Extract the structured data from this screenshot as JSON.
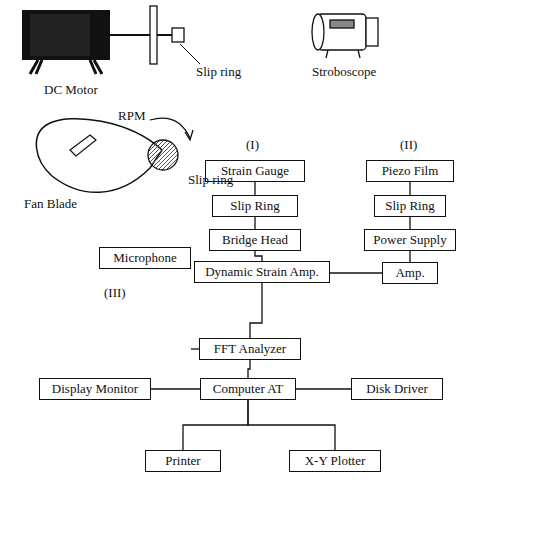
{
  "diagram": {
    "nodes": [
      {
        "text": [
          "Strain Gauge"
        ]
      },
      {
        "text": [
          "Slip Ring"
        ]
      },
      {
        "text": [
          "Bridge Head"
        ]
      },
      {
        "text": [
          "Dynamic Strain Amp."
        ]
      },
      {
        "text": [
          "Piezo Film"
        ]
      },
      {
        "text": [
          "Slip Ring"
        ]
      },
      {
        "text": [
          "Power Supply"
        ]
      },
      {
        "text": [
          "Amp."
        ]
      },
      {
        "text": [
          "Microphone"
        ]
      },
      {
        "text": [
          "FFT Analyzer"
        ]
      },
      {
        "text": [
          "Display Monitor"
        ]
      },
      {
        "text": [
          "Computer AT"
        ]
      },
      {
        "text": [
          "Disk Driver"
        ]
      },
      {
        "text": [
          "Printer"
        ]
      },
      {
        "text": [
          "X-Y Plotter"
        ]
      }
    ],
    "edges": [
      {
        "from": 0,
        "to": 1,
        "arrow": "none"
      },
      {
        "from": 1,
        "to": 2,
        "arrow": "none"
      },
      {
        "from": 2,
        "to": 3,
        "arrow": "none"
      },
      {
        "from": 4,
        "to": 5,
        "arrow": "none"
      },
      {
        "from": 5,
        "to": 6,
        "arrow": "none"
      },
      {
        "from": 6,
        "to": 7,
        "arrow": "none"
      },
      {
        "from": 8,
        "to": 9,
        "arrow": "none"
      },
      {
        "from": 3,
        "to": 9,
        "arrow": "none"
      },
      {
        "from": 7,
        "to": 9,
        "arrow": "none"
      },
      {
        "from": 9,
        "to": 11,
        "arrow": "none"
      },
      {
        "from": 10,
        "to": 11,
        "arrow": "none"
      },
      {
        "from": 11,
        "to": 12,
        "arrow": "none"
      },
      {
        "from": 11,
        "to": 13,
        "arrow": "none"
      },
      {
        "from": 11,
        "to": 14,
        "arrow": "none"
      }
    ],
    "labels": [
      "DC Motor",
      "Slip ring",
      "Stroboscope",
      "Fan Blade",
      "RPM",
      "Slip ring",
      "(I)",
      "(II)",
      "(III)"
    ]
  }
}
